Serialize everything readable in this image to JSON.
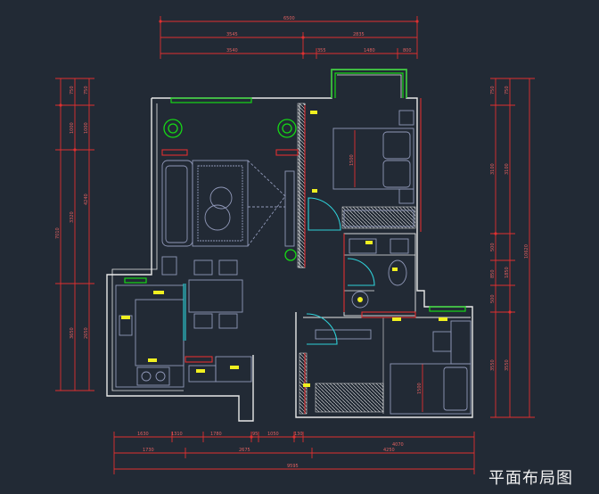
{
  "title": "平面布局图",
  "dims": {
    "top_total": "6500",
    "top_mid": [
      "3545",
      "2835"
    ],
    "top_low": [
      "3540",
      "355",
      "1480",
      "800"
    ],
    "left_outer": "7010",
    "left_outer_2": "3650",
    "left_col_a": [
      "750",
      "1000",
      "3320"
    ],
    "left_col_b": [
      "750",
      "1000",
      "4240"
    ],
    "left_col_c": [
      "2650"
    ],
    "right_outer": "10620",
    "right_col_a": [
      "750",
      "3100",
      "500",
      "850",
      "500",
      "3550"
    ],
    "right_col_b": [
      "750",
      "3100",
      "1850",
      "3550"
    ],
    "bottom_row1": [
      "1630",
      "1310",
      "1780",
      "95",
      "1050",
      "130",
      "4070"
    ],
    "bottom_row2": [
      "1730",
      "2675",
      "4250"
    ],
    "bottom_total": "9595",
    "bed_width": "1500",
    "bed_width_2": "1500"
  },
  "colors": {
    "background": "#222a35",
    "wall": "#e8e8e8",
    "dimension": "#e03030",
    "furniture": "#9098b8",
    "door": "#2fd0d8",
    "plant": "#16d816",
    "label": "#f0f020"
  }
}
